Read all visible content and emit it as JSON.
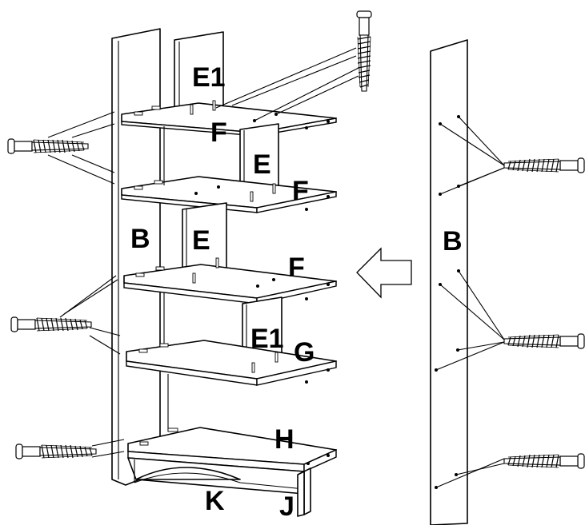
{
  "labels": {
    "e1_top": "E1",
    "f_top": "F",
    "e_upper": "E",
    "f_upper": "F",
    "b_left": "B",
    "e_middle": "E",
    "f_middle": "F",
    "e1_lower": "E1",
    "g": "G",
    "h": "H",
    "k": "K",
    "j": "J",
    "b_right": "B"
  },
  "icons": {
    "screw": "confirmat-screw-icon",
    "arrow": "hollow-arrow-left-icon"
  }
}
